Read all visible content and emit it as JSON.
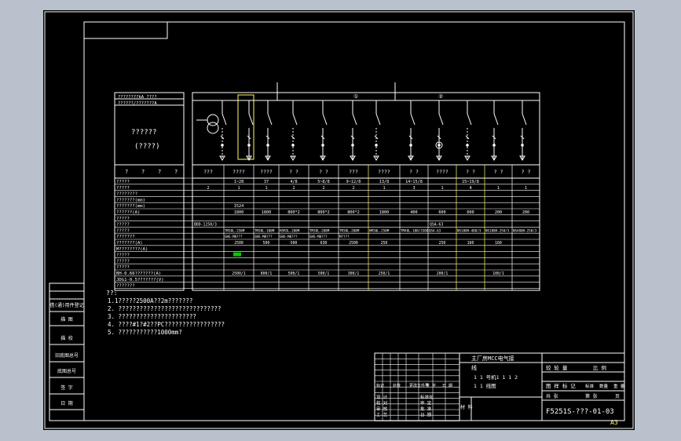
{
  "title_block": {
    "drawing_title": "主厂房MCC电气接",
    "sub_label": "线",
    "sub_line1": "1 1 号机1 1 1 2",
    "sub_line2": "1 1 线图",
    "drawing_number": "F5251S-???-01-03",
    "paper_size": "A3",
    "right_cells": [
      "较 轮 量",
      "比 例",
      "重 量",
      "图 样 标 记",
      "标准",
      "数量",
      "第 张",
      "共 张",
      "页"
    ],
    "left_rows": [
      "设 计",
      "校 对",
      "审 核",
      "工 艺",
      "标准化",
      "审 定",
      "批 准",
      "日 期"
    ],
    "marks": [
      "标记",
      "处数",
      "更改文件号",
      "签 字",
      "日 期"
    ],
    "material_label": "材 料"
  },
  "left_strip": [
    "借(通)用件登记",
    "描 图",
    "描 校",
    "旧底图总号",
    "底图总号",
    "签 字",
    "日 期"
  ],
  "legend": {
    "line1": "????????kA ????",
    "line2": "??????/???????A",
    "center": "??????",
    "center2": "(????)",
    "headers": [
      "?",
      "?",
      "?",
      "?"
    ]
  },
  "table_rows": [
    "?????",
    "?????",
    "????????",
    "???????(mm)",
    "???????(mm)",
    "??????(A)",
    "?????",
    "?????",
    "?????",
    "???????",
    "???????(A)",
    "M????????(A)",
    "?????",
    "?????",
    "?????",
    "BH-0.66???????(A)",
    "JDG1-0.5???????(V)",
    "???????"
  ],
  "columns": [
    {
      "name": "???",
      "v1": "",
      "v2": "2",
      "v3": "",
      "size": "",
      "x": "BDD-1250/3"
    },
    {
      "name": "????",
      "v1": "1~28",
      "v2": "1",
      "v3": "1524",
      "size": "1800",
      "x": ""
    },
    {
      "name": "????",
      "v1": "37",
      "v2": "1",
      "v3": "",
      "size": "1800",
      "x": ""
    },
    {
      "name": "? ?",
      "v1": "4/8",
      "v2": "2",
      "v3": "",
      "size": "800*2",
      "x": ""
    },
    {
      "name": "? ?",
      "v1": "5~8/8",
      "v2": "2",
      "v3": "",
      "size": "800*2",
      "x": ""
    },
    {
      "name": "???",
      "v1": "9~12/8",
      "v2": "2",
      "v3": "",
      "size": "800*2",
      "x": ""
    },
    {
      "name": "????",
      "v1": "13/8",
      "v2": "1",
      "v3": "",
      "size": "1800",
      "x": ""
    },
    {
      "name": "? ?",
      "v1": "14~15/8",
      "v2": "3",
      "v3": "",
      "size": "400",
      "x": ""
    },
    {
      "name": "????",
      "v1": "",
      "v2": "1",
      "v3": "",
      "size": "600",
      "x": "QSA-63"
    },
    {
      "name": "? ?",
      "v1": "15~19/8",
      "v2": "4",
      "v3": "",
      "size": "600",
      "x": ""
    },
    {
      "name": "? ?",
      "v1": "",
      "v2": "1",
      "v3": "",
      "size": "200",
      "x": ""
    },
    {
      "name": "? ?",
      "v1": "",
      "v2": "1",
      "v3": "",
      "size": "200",
      "x": ""
    }
  ],
  "breakers": [
    "TM30L-250M",
    "TM30L-100M",
    "HSM3L-200M",
    "TM30L-200M",
    "TM30L-200M",
    "HM30L-250M",
    "TM40L-100/3300",
    "QSA-63",
    "NS100H-400/3",
    "NS100H-250/3",
    "NS400H-250/3"
  ],
  "breakers2": [
    "GHS-M0???",
    "GHS-M0???",
    "GHS-M0???",
    "GHS-M0???",
    "M????"
  ],
  "row_vals": [
    "2500",
    "500",
    "500",
    "630",
    "2500",
    "250",
    "",
    "250",
    "160",
    "160"
  ],
  "ct_vals": [
    "2500/1",
    "800/1",
    "500/1",
    "500/1",
    "300/1",
    "250/1",
    "",
    "200/1",
    "",
    "100/1"
  ],
  "notes_title": "??:",
  "notes": [
    "1.1?????2500A??2m???????",
    "2. ?????????????????????????????",
    "3. ??????????????????????",
    "4. ????#1?#2??PC?????????????????",
    "5. ???????????1000mm?"
  ],
  "colors": {
    "line": "#ffffff",
    "accent": "#ffff66",
    "green": "#00cc00",
    "bg": "#000000"
  }
}
